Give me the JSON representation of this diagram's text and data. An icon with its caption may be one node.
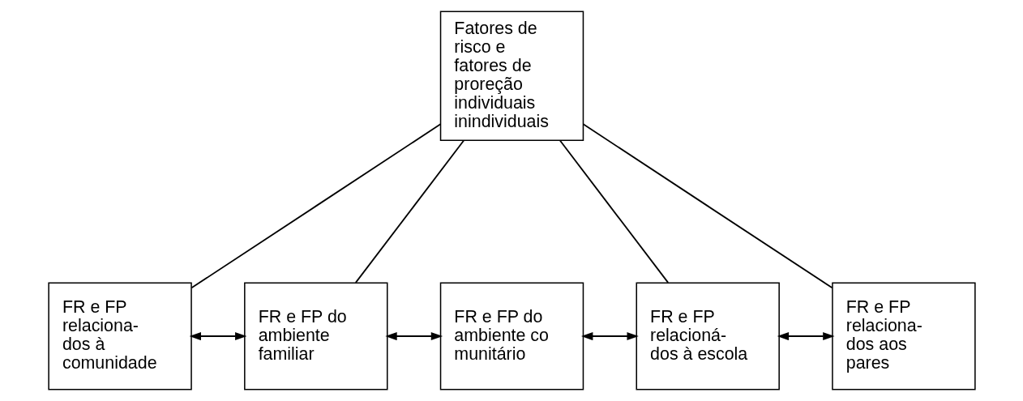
{
  "diagram": {
    "nodes": [
      {
        "text": [
          "Fatores de risco e fatores de proreção individuais inindividuais"
        ]
      },
      {
        "text": [
          "FR e FP relaciona- dos à comunidade"
        ]
      },
      {
        "text": [
          "FR e FP do ambiente familiar"
        ]
      },
      {
        "text": [
          "FR e FP do ambiente co munitário"
        ]
      },
      {
        "text": [
          "FR e FP relacioná- dos à escola"
        ]
      },
      {
        "text": [
          "FR e FP relaciona- dos aos pares"
        ]
      }
    ],
    "edges": [
      {
        "from": 0,
        "to": 1,
        "arrow": "none"
      },
      {
        "from": 0,
        "to": 2,
        "arrow": "none"
      },
      {
        "from": 0,
        "to": 4,
        "arrow": "none"
      },
      {
        "from": 0,
        "to": 5,
        "arrow": "none"
      },
      {
        "from": 1,
        "to": 2,
        "arrow": "both"
      },
      {
        "from": 2,
        "to": 3,
        "arrow": "both"
      },
      {
        "from": 3,
        "to": 4,
        "arrow": "both"
      },
      {
        "from": 4,
        "to": 5,
        "arrow": "both"
      }
    ]
  }
}
